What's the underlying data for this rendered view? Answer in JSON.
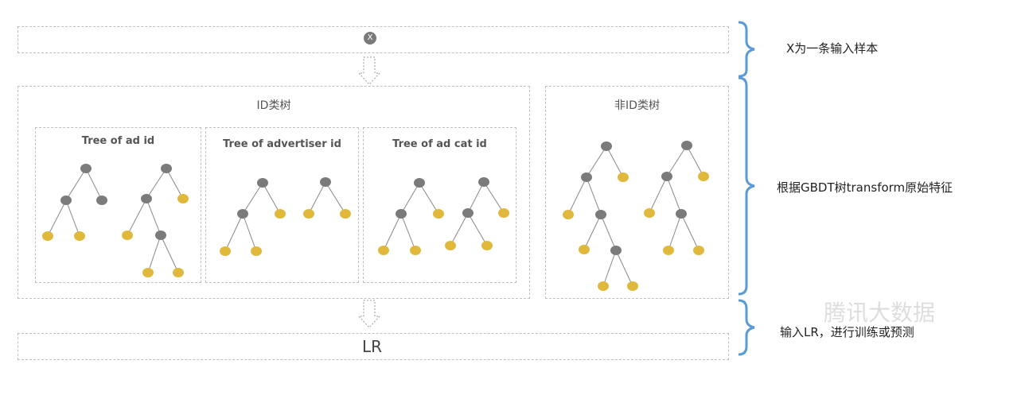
{
  "input": {
    "node_label": "X",
    "description": "X为一条输入样本"
  },
  "id_group": {
    "title": "ID类树"
  },
  "non_id_group": {
    "title": "非ID类树"
  },
  "trees": [
    {
      "title": "Tree of ad id"
    },
    {
      "title": "Tree of advertiser id"
    },
    {
      "title": "Tree of ad cat id"
    }
  ],
  "gbdt_description": "根据GBDT树transform原始特征",
  "output": {
    "label": "LR",
    "description": "输入LR，进行训练或预测"
  },
  "watermark": "腾讯大数据",
  "colors": {
    "internal_node": "#7b7b7b",
    "leaf_node": "#e0b83c",
    "bracket": "#5b9bd5"
  }
}
